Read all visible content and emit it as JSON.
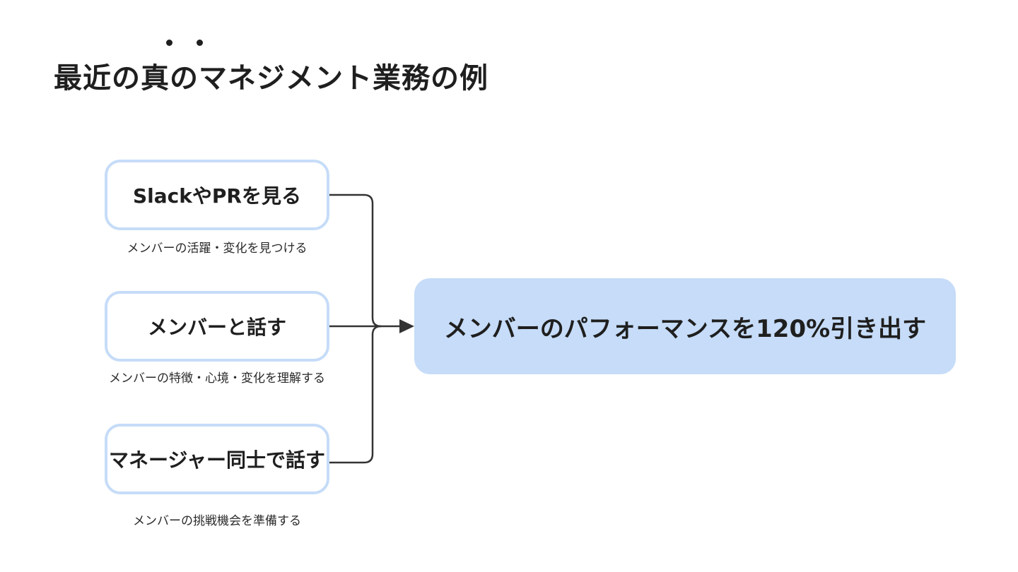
{
  "title": "最近の真のマネジメント業務の例",
  "sources": [
    {
      "label": "SlackやPRを見る",
      "caption": "メンバーの活躍・変化を見つける"
    },
    {
      "label": "メンバーと話す",
      "caption": "メンバーの特徴・心境・変化を理解する"
    },
    {
      "label": "マネージャー同士で話す",
      "caption": "メンバーの挑戦機会を準備する"
    }
  ],
  "result": {
    "label": "メンバーのパフォーマンスを120%引き出す"
  },
  "colors": {
    "box_border": "#c6dcf8",
    "result_fill": "#c6dcf8",
    "text": "#1f1f1f",
    "connector": "#333333"
  }
}
